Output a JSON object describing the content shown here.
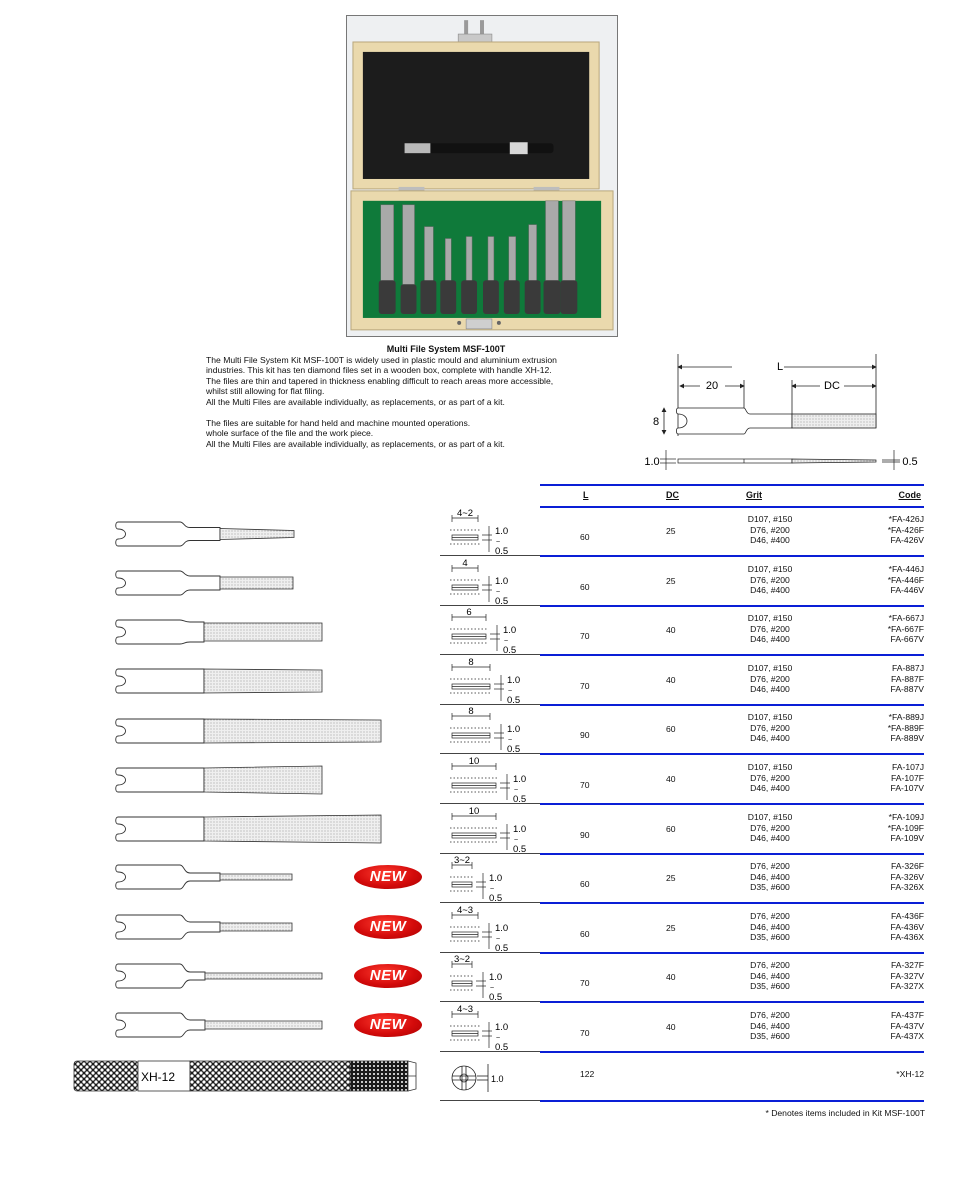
{
  "kit": {
    "title": "Multi File System MSF-100T",
    "paragraphs": [
      "The Multi File System Kit MSF-100T is widely used in plastic mould and aluminium extrusion",
      "industries. This kit has ten diamond files set in a wooden box, complete with handle XH-12.",
      "The files are thin and tapered in thickness enabling difficult to reach areas more accessible,",
      "whilst still allowing for flat filing.",
      "All the Multi Files are available individually, as replacements, or as part of a kit."
    ],
    "paragraphs2": [
      "The files are suitable for hand held and machine mounted operations.",
      "whole surface of the file and the work piece.",
      "All the Multi Files are available individually, as replacements, or as part of a kit."
    ]
  },
  "dimension_diagram": {
    "label_L": "L",
    "label_shank": "20",
    "label_DC": "DC",
    "label_height": "8",
    "label_thick_start": "1.0",
    "label_thick_end": "0.5"
  },
  "table": {
    "headers": {
      "L": "L",
      "DC": "DC",
      "grit": "Grit",
      "code": "Code"
    },
    "rows": [
      {
        "width": "4~2",
        "thick_top": "1.0",
        "thick_bottom": "0.5",
        "L": "60",
        "DC": "25",
        "grit": [
          "D107, #150",
          "D76, #200",
          "D46, #400"
        ],
        "code": [
          "*FA-426J",
          "*FA-426F",
          "FA-426V"
        ],
        "new": false
      },
      {
        "width": "4",
        "thick_top": "1.0",
        "thick_bottom": "0.5",
        "L": "60",
        "DC": "25",
        "grit": [
          "D107, #150",
          "D76, #200",
          "D46, #400"
        ],
        "code": [
          "*FA-446J",
          "*FA-446F",
          "FA-446V"
        ],
        "new": false
      },
      {
        "width": "6",
        "thick_top": "1.0",
        "thick_bottom": "0.5",
        "L": "70",
        "DC": "40",
        "grit": [
          "D107, #150",
          "D76, #200",
          "D46, #400"
        ],
        "code": [
          "*FA-667J",
          "*FA-667F",
          "FA-667V"
        ],
        "new": false
      },
      {
        "width": "8",
        "thick_top": "1.0",
        "thick_bottom": "0.5",
        "L": "70",
        "DC": "40",
        "grit": [
          "D107, #150",
          "D76, #200",
          "D46, #400"
        ],
        "code": [
          "FA-887J",
          "FA-887F",
          "FA-887V"
        ],
        "new": false
      },
      {
        "width": "8",
        "thick_top": "1.0",
        "thick_bottom": "0.5",
        "L": "90",
        "DC": "60",
        "grit": [
          "D107, #150",
          "D76, #200",
          "D46, #400"
        ],
        "code": [
          "*FA-889J",
          "*FA-889F",
          "FA-889V"
        ],
        "new": false
      },
      {
        "width": "10",
        "thick_top": "1.0",
        "thick_bottom": "0.5",
        "L": "70",
        "DC": "40",
        "grit": [
          "D107, #150",
          "D76, #200",
          "D46, #400"
        ],
        "code": [
          "FA-107J",
          "FA-107F",
          "FA-107V"
        ],
        "new": false
      },
      {
        "width": "10",
        "thick_top": "1.0",
        "thick_bottom": "0.5",
        "L": "90",
        "DC": "60",
        "grit": [
          "D107, #150",
          "D76, #200",
          "D46, #400"
        ],
        "code": [
          "*FA-109J",
          "*FA-109F",
          "FA-109V"
        ],
        "new": false
      },
      {
        "width": "3~2",
        "thick_top": "1.0",
        "thick_bottom": "0.5",
        "L": "60",
        "DC": "25",
        "grit": [
          "D76, #200",
          "D46, #400",
          "D35, #600"
        ],
        "code": [
          "FA-326F",
          "FA-326V",
          "FA-326X"
        ],
        "new": true
      },
      {
        "width": "4~3",
        "thick_top": "1.0",
        "thick_bottom": "0.5",
        "L": "60",
        "DC": "25",
        "grit": [
          "D76, #200",
          "D46, #400",
          "D35, #600"
        ],
        "code": [
          "FA-436F",
          "FA-436V",
          "FA-436X"
        ],
        "new": true
      },
      {
        "width": "3~2",
        "thick_top": "1.0",
        "thick_bottom": "0.5",
        "L": "70",
        "DC": "40",
        "grit": [
          "D76, #200",
          "D46, #400",
          "D35, #600"
        ],
        "code": [
          "FA-327F",
          "FA-327V",
          "FA-327X"
        ],
        "new": true
      },
      {
        "width": "4~3",
        "thick_top": "1.0",
        "thick_bottom": "0.5",
        "L": "70",
        "DC": "40",
        "grit": [
          "D76, #200",
          "D46, #400",
          "D35, #600"
        ],
        "code": [
          "FA-437F",
          "FA-437V",
          "FA-437X"
        ],
        "new": true
      }
    ],
    "handle_row": {
      "thick": "1.0",
      "L": "122",
      "code": "*XH-12"
    },
    "footnote": "* Denotes items included in Kit MSF-100T"
  },
  "badge_label": "NEW",
  "handle_label": "XH-12",
  "colors": {
    "table_rule": "#0a1fd6",
    "badge_red": "#d40b0b",
    "felt_green": "#0f7a3a",
    "wood": "#e8d9b0",
    "foam": "#1c1c1c"
  }
}
